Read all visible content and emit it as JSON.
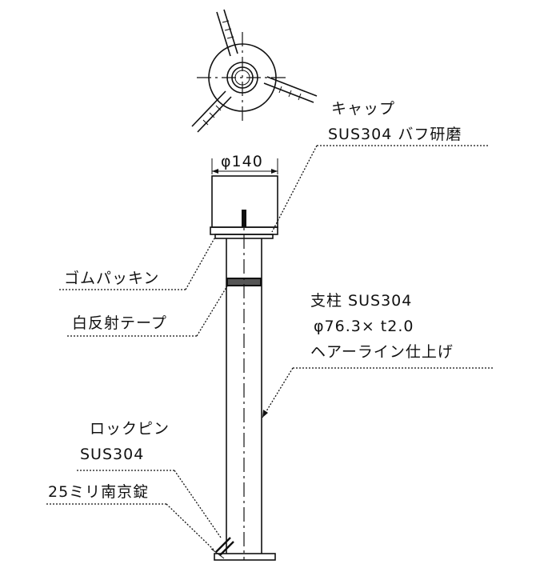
{
  "labels": {
    "cap_name": "キャップ",
    "cap_material": "SUS304 バフ研磨",
    "dimension": "φ140",
    "gasket": "ゴムパッキン",
    "reflective_tape": "白反射テープ",
    "post_name": "支柱 SUS304",
    "post_size": "φ76.3× t2.0",
    "post_finish": "ヘアーライン仕上げ",
    "lock_pin": "ロックピン",
    "lock_pin_material": "SUS304",
    "padlock": "25ミリ南京錠"
  },
  "colors": {
    "line": "#111111",
    "background": "#ffffff"
  }
}
